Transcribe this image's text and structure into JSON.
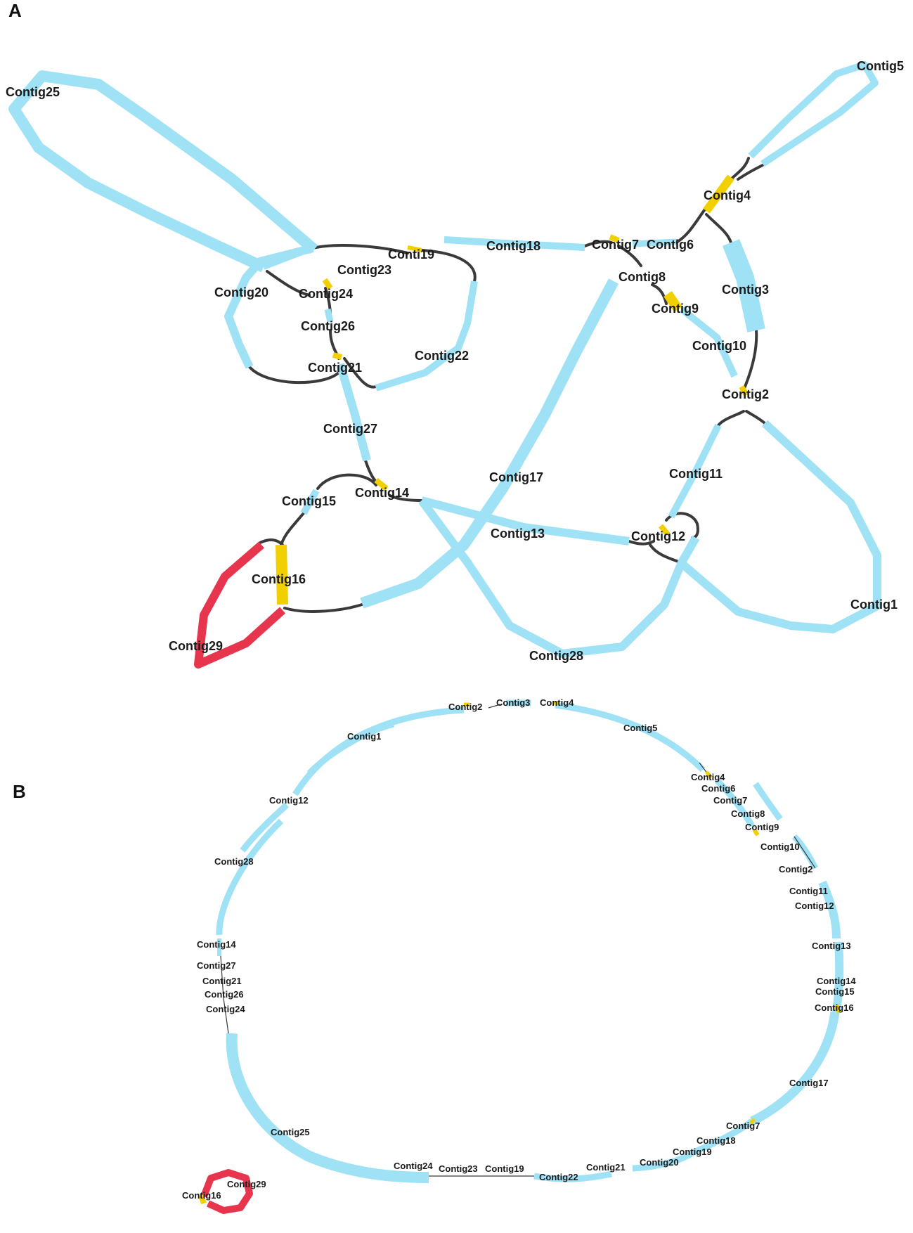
{
  "figure": {
    "panels": [
      {
        "label": "A",
        "contigs": [
          "Contig25",
          "Contig5",
          "Contig4",
          "Conti19",
          "Contig18",
          "Contig7",
          "Contig6",
          "Contig23",
          "Contig24",
          "Contig20",
          "Contig8",
          "Contig3",
          "Contig9",
          "Contig26",
          "Contig10",
          "Contig22",
          "Contig21",
          "Contig2",
          "Contig27",
          "Contig17",
          "Contig11",
          "Contig14",
          "Contig15",
          "Contig13",
          "Contig12",
          "Contig16",
          "Contig1",
          "Contig29",
          "Contig28"
        ]
      },
      {
        "label": "B",
        "contigs": [
          "Contig2",
          "Contig3",
          "Contig4",
          "Contig1",
          "Contig5",
          "Contig12",
          "Contig4",
          "Contig6",
          "Contig7",
          "Contig8",
          "Contig9",
          "Contig10",
          "Contig28",
          "Contig2",
          "Contig11",
          "Contig12",
          "Contig13",
          "Contig14",
          "Contig27",
          "Contig21",
          "Contig26",
          "Contig14",
          "Contig15",
          "Contig24",
          "Contig16",
          "Contig17",
          "Contig25",
          "Contig7",
          "Contig18",
          "Contig19",
          "Contig29",
          "Contig24",
          "Contig23",
          "Contig19",
          "Contig21",
          "Contig20",
          "Contig16",
          "Contig22"
        ]
      }
    ],
    "colors": {
      "normal_contig": "#9fe2f5",
      "repeat_contig": "#f2d000",
      "plasmid_contig": "#e8354e",
      "link": "#3a3a3a"
    }
  }
}
